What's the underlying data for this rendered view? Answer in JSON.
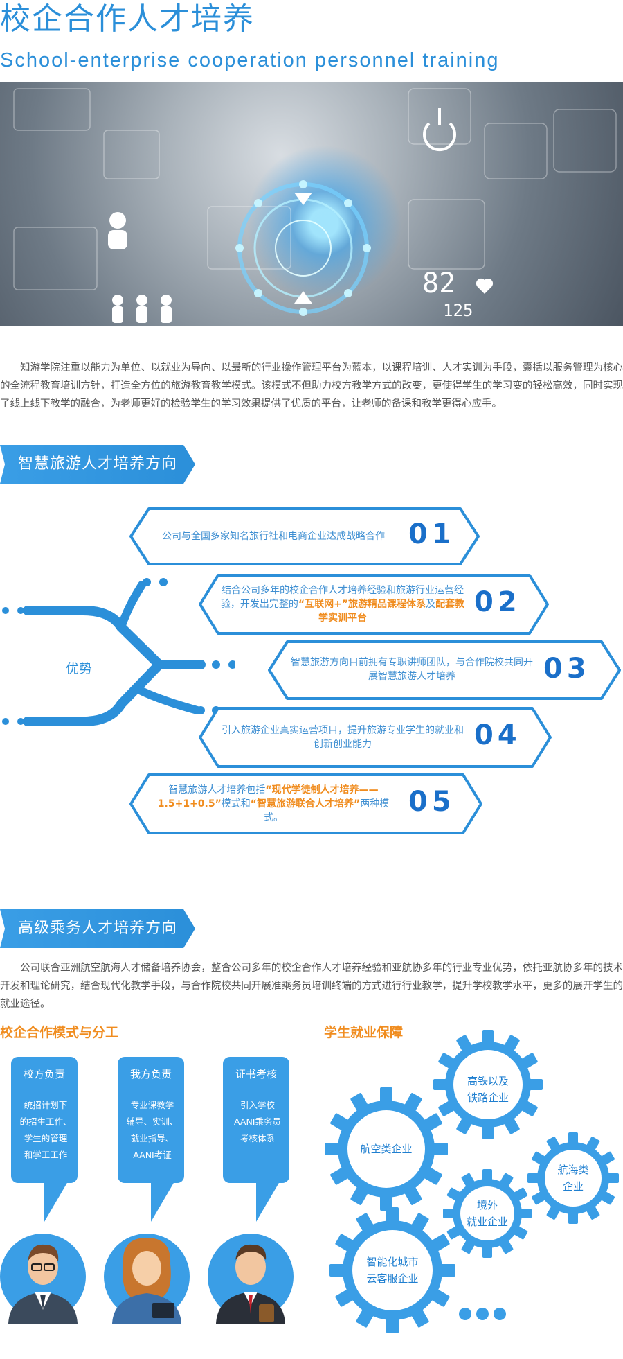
{
  "header": {
    "title": "校企合作人才培养",
    "subtitle": "School-enterprise cooperation personnel training"
  },
  "hero": {
    "display_digits": "82",
    "display_small": "125"
  },
  "intro": "知游学院注重以能力为单位、以就业为导向、以最新的行业操作管理平台为蓝本，以课程培训、人才实训为手段，囊括以服务管理为核心的全流程教育培训方针，打造全方位的旅游教育教学模式。该模式不但助力校方教学方式的改变，更使得学生的学习变的轻松高效，同时实现了线上线下教学的融合，为老师更好的检验学生的学习效果提供了优质的平台，让老师的备课和教学更得心应手。",
  "section1": {
    "banner": "智慧旅游人才培养方向",
    "advantage_label": "优势",
    "items": [
      {
        "num": "01",
        "segments": [
          {
            "t": "公司与全国多家知名旅行社和电商企业达成战略合作",
            "hl": false
          }
        ]
      },
      {
        "num": "02",
        "segments": [
          {
            "t": "结合公司多年的校企合作人才培养经验和旅游行业运营经验，开发出完整的",
            "hl": false
          },
          {
            "t": "“互联网+”旅游精品课程体系",
            "hl": true
          },
          {
            "t": "及",
            "hl": false
          },
          {
            "t": "配套教学实训平台",
            "hl": true
          }
        ]
      },
      {
        "num": "03",
        "segments": [
          {
            "t": "智慧旅游方向目前拥有专职讲师团队，与合作院校共同开展智慧旅游人才培养",
            "hl": false
          }
        ]
      },
      {
        "num": "04",
        "segments": [
          {
            "t": "引入旅游企业真实运营项目，提升旅游专业学生的就业和创新创业能力",
            "hl": false
          }
        ]
      },
      {
        "num": "05",
        "segments": [
          {
            "t": "智慧旅游人才培养包括",
            "hl": false
          },
          {
            "t": "“现代学徒制人才培养—— 1.5+1+0.5”",
            "hl": true
          },
          {
            "t": "模式和",
            "hl": false
          },
          {
            "t": "“智慧旅游联合人才培养”",
            "hl": true
          },
          {
            "t": "两种模式。",
            "hl": false
          }
        ]
      }
    ]
  },
  "section2": {
    "banner": "高级乘务人才培养方向",
    "intro": "公司联合亚洲航空航海人才储备培养协会，整合公司多年的校企合作人才培养经验和亚航协多年的行业专业优势，依托亚航协多年的技术开发和理论研究，结合现代化教学手段，与合作院校共同开展准乘务员培训终端的方式进行行业教学，提升学校教学水平，更多的展开学生的就业途径。",
    "coop_title": "校企合作模式与分工",
    "employ_title": "学生就业保障",
    "cards": [
      {
        "head": "校方负责",
        "body": [
          "统招计划下",
          "的招生工作、",
          "学生的管理",
          "和学工工作"
        ]
      },
      {
        "head": "我方负责",
        "body": [
          "专业课教学",
          "辅导、实训、",
          "就业指导、",
          "AANI考证"
        ]
      },
      {
        "head": "证书考核",
        "body": [
          "引入学校",
          "AANI乘务员",
          "考核体系"
        ]
      }
    ],
    "gears": [
      {
        "lines": [
          "高铁以及",
          "铁路企业"
        ]
      },
      {
        "lines": [
          "航空类企业"
        ]
      },
      {
        "lines": [
          "航海类",
          "企业"
        ]
      },
      {
        "lines": [
          "境外",
          "就业企业"
        ]
      },
      {
        "lines": [
          "智能化城市",
          "云客服企业"
        ]
      }
    ]
  },
  "colors": {
    "primary": "#2b8fd9",
    "deep": "#1a6fc9",
    "accent": "#f08c1e"
  }
}
